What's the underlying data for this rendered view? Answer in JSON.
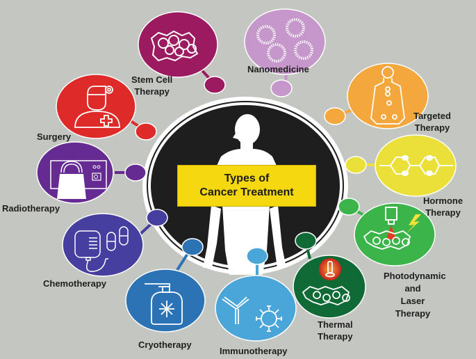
{
  "title": {
    "line1": "Types of",
    "line2": "Cancer Treatment"
  },
  "colors": {
    "background": "#c4c6c1",
    "center_circle": "#1e1e1e",
    "title_box": "#f5d80f",
    "stem_cell": "#9c1a5f",
    "nanomedicine": "#c597cb",
    "targeted": "#f4a73d",
    "hormone": "#ebe03a",
    "photodynamic": "#3bb44a",
    "thermal": "#0f6a35",
    "immunotherapy": "#4aa6d8",
    "cryotherapy": "#2c73b6",
    "chemotherapy": "#463fa0",
    "radiotherapy": "#652b93",
    "surgery": "#df2a2a"
  },
  "treatments": [
    {
      "id": "stem-cell",
      "label": "Stem Cell Therapy",
      "line1": "Stem Cell",
      "line2": "Therapy",
      "icon": "cells-cluster-icon"
    },
    {
      "id": "nanomedicine",
      "label": "Nanomedicine",
      "line1": "Nanomedicine",
      "icon": "nanoparticles-icon"
    },
    {
      "id": "targeted",
      "label": "Targeted Therapy",
      "line1": "Targeted",
      "line2": "Therapy",
      "icon": "body-target-icon"
    },
    {
      "id": "hormone",
      "label": "Hormone Therapy",
      "line1": "Hormone",
      "line2": "Therapy",
      "icon": "molecule-chain-icon"
    },
    {
      "id": "photodynamic",
      "label": "Photodynamic and Laser Therapy",
      "line1": "Photodynamic",
      "line2": "and",
      "line3": "Laser",
      "line4": "Therapy",
      "icon": "laser-cells-icon"
    },
    {
      "id": "thermal",
      "label": "Thermal Therapy",
      "line1": "Thermal",
      "line2": "Therapy",
      "icon": "heat-probe-icon"
    },
    {
      "id": "immunotherapy",
      "label": "Immunotherapy",
      "line1": "Immunotherapy",
      "icon": "antibody-virus-icon"
    },
    {
      "id": "cryotherapy",
      "label": "Cryotherapy",
      "line1": "Cryotherapy",
      "icon": "freeze-spray-icon"
    },
    {
      "id": "chemotherapy",
      "label": "Chemotherapy",
      "line1": "Chemotherapy",
      "icon": "iv-bag-pills-icon"
    },
    {
      "id": "radiotherapy",
      "label": "Radiotherapy",
      "line1": "Radiotherapy",
      "icon": "radiation-machine-icon"
    },
    {
      "id": "surgery",
      "label": "Surgery",
      "line1": "Surgery",
      "icon": "surgeon-icon"
    }
  ]
}
